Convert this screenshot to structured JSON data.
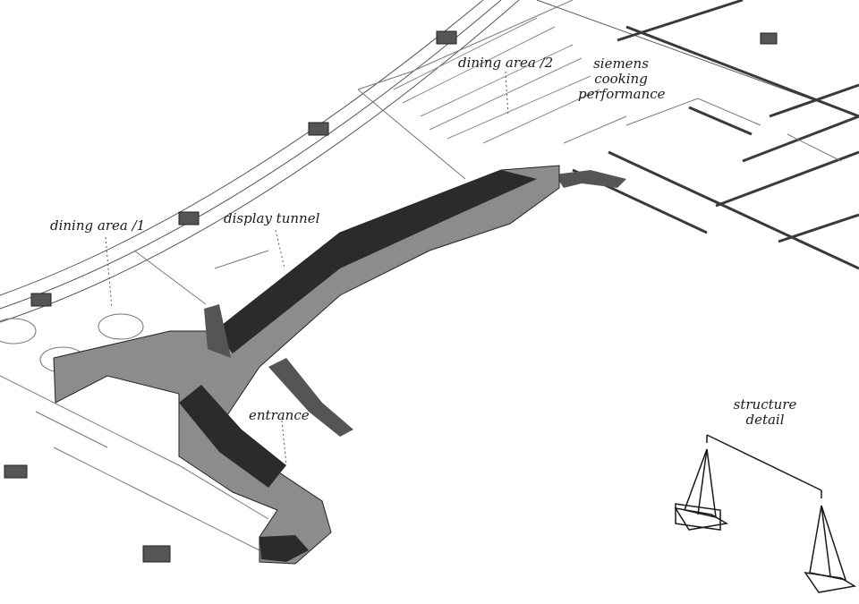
{
  "labels": {
    "dining_area_1": "dining area /1",
    "display_tunnel": "display tunnel",
    "dining_area_2": "dining area /2",
    "siemens_line1": "siemens",
    "siemens_line2": "cooking",
    "siemens_line3": "performance",
    "entrance": "entrance",
    "structure_line1": "structure",
    "structure_line2": "detail"
  },
  "colors": {
    "background": "#ffffff",
    "linework": "#3a3a3a",
    "tunnel_roof": "#2b2b2b",
    "tunnel_wall": "#8c8c8c",
    "shadow": "#555555"
  }
}
